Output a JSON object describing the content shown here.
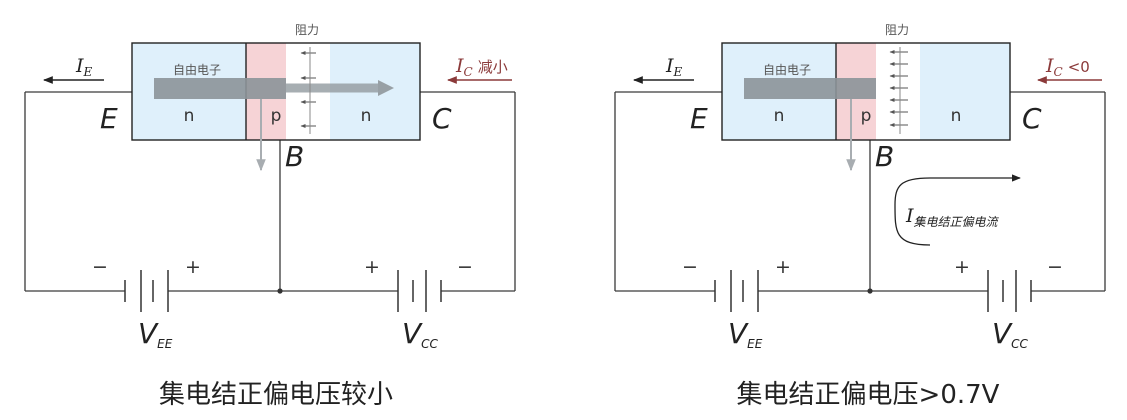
{
  "colors": {
    "n_region": "#dff0fb",
    "p_region": "#f6d3d6",
    "depletion": "#ffffff",
    "electron_arrow": "#8c9499",
    "ic_arrow": "#8b3a3a"
  },
  "panels": [
    {
      "resistance_label": "阻力",
      "electron_label": "自由电子",
      "region_left": "n",
      "region_mid": "p",
      "region_right": "n",
      "terminal_E": "E",
      "terminal_C": "C",
      "terminal_B": "B",
      "ie_main": "I",
      "ie_sub": "E",
      "ic_main": "I",
      "ic_sub": "C",
      "ic_text": "减小",
      "vee_main": "V",
      "vee_sub": "EE",
      "vcc_main": "V",
      "vcc_sub": "CC",
      "batt_left_minus": "−",
      "batt_left_plus": "+",
      "batt_right_plus": "+",
      "batt_right_minus": "−",
      "caption": "集电结正偏电压较小"
    },
    {
      "resistance_label": "阻力",
      "electron_label": "自由电子",
      "region_left": "n",
      "region_mid": "p",
      "region_right": "n",
      "terminal_E": "E",
      "terminal_C": "C",
      "terminal_B": "B",
      "ie_main": "I",
      "ie_sub": "E",
      "ic_main": "I",
      "ic_sub": "C",
      "ic_text": "<0",
      "forward_main": "I",
      "forward_sub": "集电结正偏电流",
      "vee_main": "V",
      "vee_sub": "EE",
      "vcc_main": "V",
      "vcc_sub": "CC",
      "batt_left_minus": "−",
      "batt_left_plus": "+",
      "batt_right_plus": "+",
      "batt_right_minus": "−",
      "caption": "集电结正偏电压>0.7V"
    }
  ]
}
